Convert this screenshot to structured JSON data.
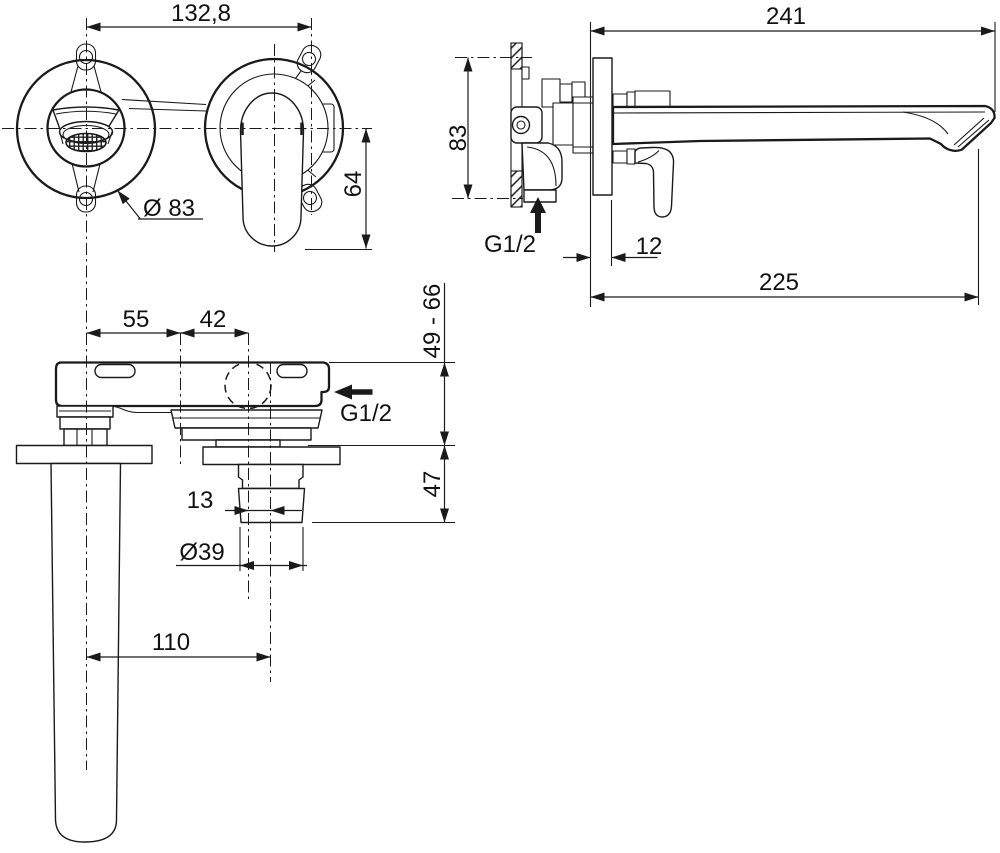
{
  "drawing_title": "wall-mounted-basin-mixer-dimension-drawing",
  "front_view": {
    "center_distance": "132,8",
    "escutcheon_diameter": "Ø 83",
    "handle_height": "64"
  },
  "side_view": {
    "total_depth": "241",
    "body_height": "83",
    "inlet_thread": "G1/2",
    "plate_thickness": "12",
    "spout_reach": "225"
  },
  "top_view": {
    "spout_to_bracket": "55",
    "bracket_to_valve": "42",
    "install_depth_range": "49 - 66",
    "inlet_thread": "G1/2",
    "protrusion_depth": "47",
    "center_offset": "13",
    "outlet_diameter": "Ø39",
    "spout_center_distance": "110"
  },
  "colors": {
    "line": "#1a1a1a",
    "background": "#ffffff"
  }
}
